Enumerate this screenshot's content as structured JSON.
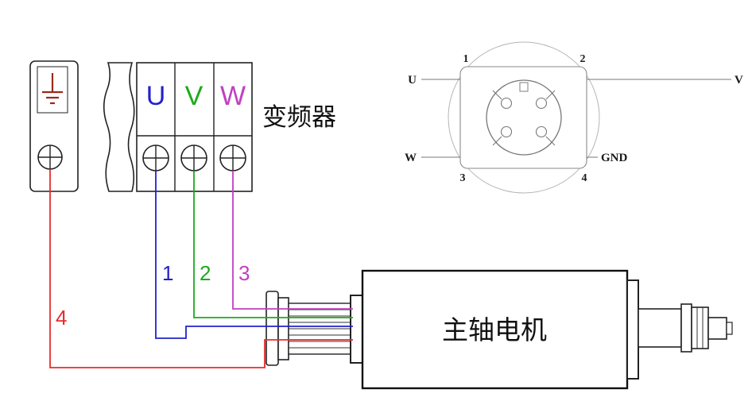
{
  "inverter": {
    "label": "变频器",
    "terminals": [
      {
        "label": "U",
        "color": "#2222cc"
      },
      {
        "label": "V",
        "color": "#1caa1c"
      },
      {
        "label": "W",
        "color": "#c040c0"
      }
    ]
  },
  "ground": {
    "icon": "earth-ground-icon",
    "color": "#9a2a1a"
  },
  "wires": [
    {
      "number": "1",
      "color": "#2222cc"
    },
    {
      "number": "2",
      "color": "#1caa1c"
    },
    {
      "number": "3",
      "color": "#c040c0"
    },
    {
      "number": "4",
      "color": "#e82c2c"
    }
  ],
  "connector_pinout": {
    "pins": [
      {
        "number": "1",
        "label": "U"
      },
      {
        "number": "2",
        "label": "V"
      },
      {
        "number": "3",
        "label": "W"
      },
      {
        "number": "4",
        "label": "GND"
      }
    ]
  },
  "motor": {
    "label": "主轴电机"
  }
}
